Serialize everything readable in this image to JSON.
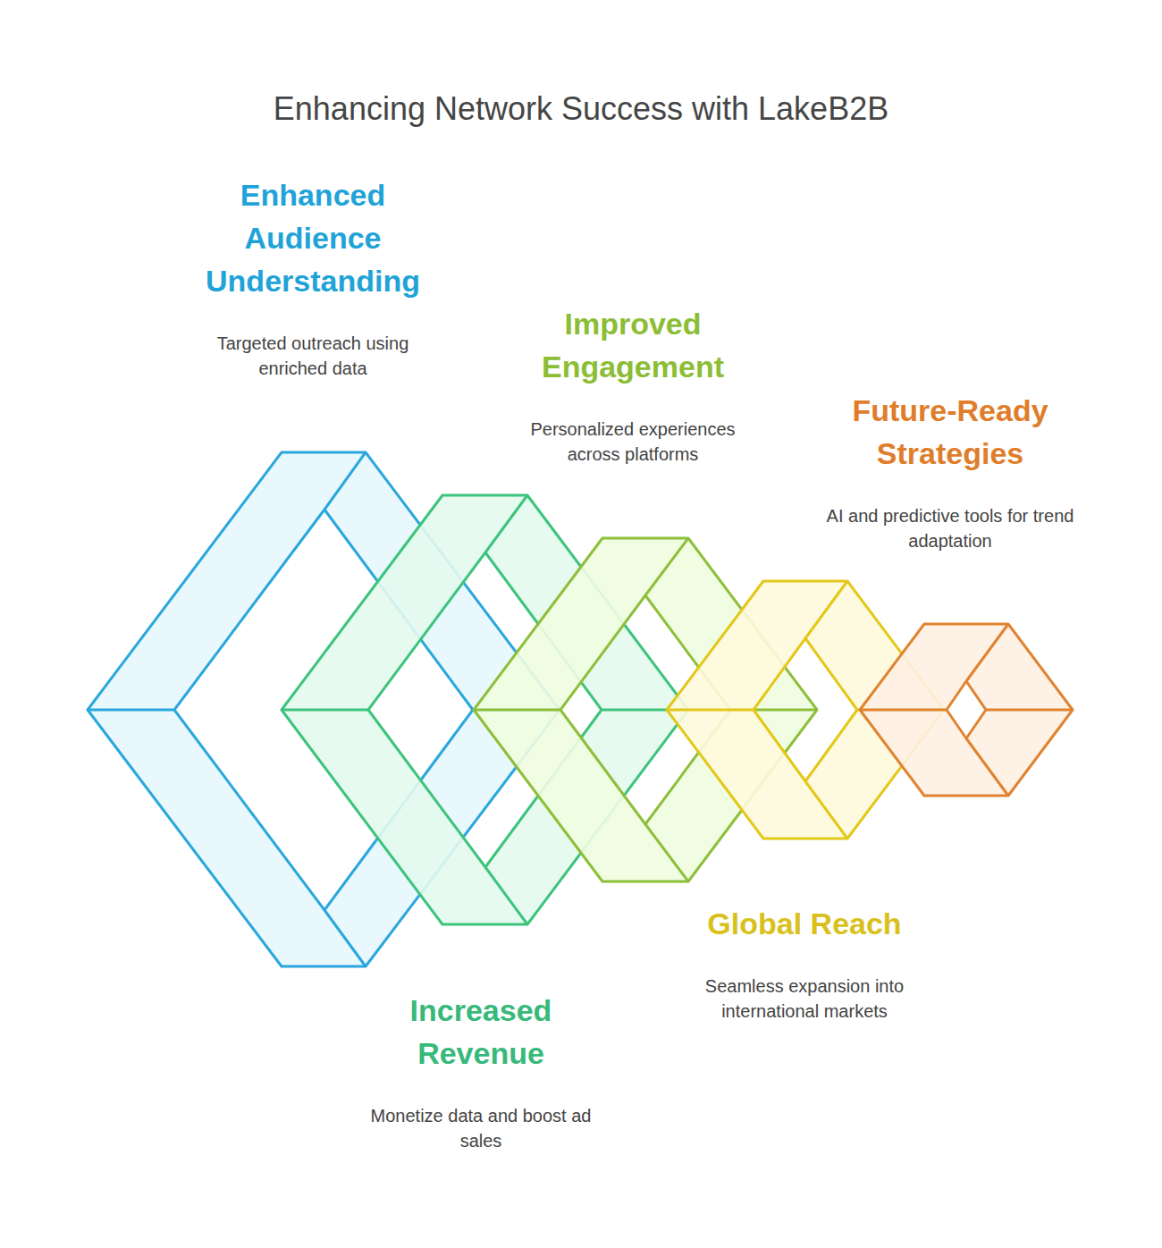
{
  "diagram": {
    "title": "Enhancing Network Success with LakeB2B",
    "nodes": [
      {
        "text": [
          "Enhanced Audience Understanding",
          "Targeted outreach using enriched data"
        ]
      },
      {
        "text": [
          "Increased Revenue",
          "Monetize data and boost ad sales"
        ]
      },
      {
        "text": [
          "Improved Engagement",
          "Personalized experiences across platforms"
        ]
      },
      {
        "text": [
          "Global Reach",
          "Seamless expansion into international markets"
        ]
      },
      {
        "text": [
          "Future-Ready Strategies",
          "AI and predictive tools for trend adaptation"
        ]
      }
    ]
  }
}
